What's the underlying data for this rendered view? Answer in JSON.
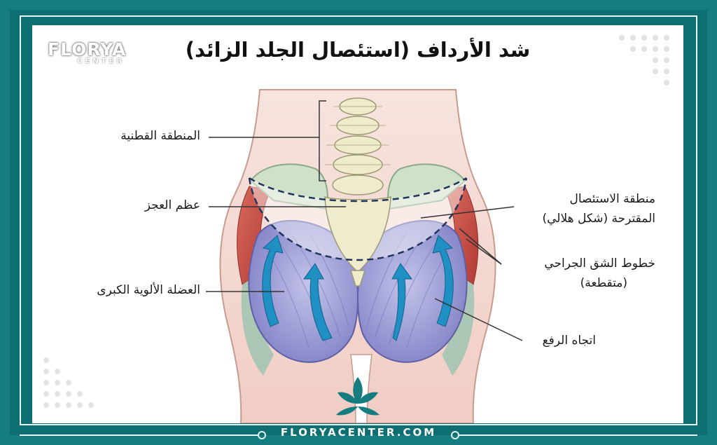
{
  "title": "شد الأرداف (استئصال الجلد الزائد)",
  "brand": {
    "name": "FLORYA",
    "sub": "CENTER",
    "website": "FLORYACENTER.COM"
  },
  "labels": {
    "lumbar": "المنطقة القطنية",
    "coccyx": "عظم العجز",
    "gluteus": "العضلة الألوية الكبرى",
    "excision_line1": "منطقة الاستئصال",
    "excision_line2": "المقترحة (شكل هلالي)",
    "incision_line1": "خطوط الشق الجراحي",
    "incision_line2": "(متقطعة)",
    "lift": "اتجاه الرفع"
  },
  "colors": {
    "frame": "#157d80",
    "muscle": "#8f8fd0",
    "red_muscle": "#c84c44",
    "arrow": "#1f8fc4",
    "skin": "#f3d6cf"
  }
}
